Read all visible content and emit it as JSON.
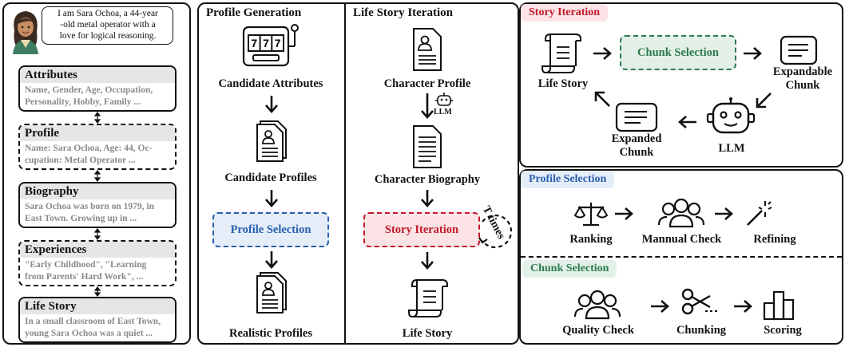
{
  "persona": {
    "speech": "I am Sara Ochoa, a 44-year\n-old metal operator with a\nlove for logical reasoning."
  },
  "cards": [
    {
      "title": "Attributes",
      "body": "Name, Gender, Age, Occupation,\nPersonality, Hobby, Family ..."
    },
    {
      "title": "Profile",
      "body": "Name: Sara Ochoa, Age: 44, Oc-\ncupation: Metal Operator ..."
    },
    {
      "title": "Biography",
      "body": "Sara Ochoa was born on 1979, in\nEast Town. Growing up in ..."
    },
    {
      "title": "Experiences",
      "body": "\"Early Childhood\", \"Learning\nfrom Parents' Hard Work\", ..."
    },
    {
      "title": "Life Story",
      "body": "In a small classroom of East Town,\nyoung Sara Ochoa was a quiet ..."
    }
  ],
  "profile_generation": {
    "title": "Profile Generation",
    "step1": "Candidate Attributes",
    "step2": "Candidate Profiles",
    "step3": "Profile Selection",
    "step4": "Realistic Profiles"
  },
  "life_story_iteration": {
    "title": "Life Story Iteration",
    "step1": "Character Profile",
    "llm": "LLM",
    "step2": "Character Biography",
    "step3": "Story Iteration",
    "times": "T times",
    "step4": "Life Story"
  },
  "story_iteration": {
    "tag": "Story Iteration",
    "life_story": "Life Story",
    "chunk_selection": "Chunk Selection",
    "expandable_chunk": "Expandable\nChunk",
    "llm": "LLM",
    "expanded_chunk": "Expanded\nChunk"
  },
  "profile_selection": {
    "tag": "Profile Selection",
    "ranking": "Ranking",
    "manual_check": "Mannual Check",
    "refining": "Refining"
  },
  "chunk_selection": {
    "tag": "Chunk Selection",
    "quality_check": "Quality Check",
    "chunking": "Chunking",
    "scoring": "Scoring"
  },
  "colors": {
    "red": "#c0182a",
    "red_fill": "#fbe3e6",
    "blue": "#2a5fb0",
    "blue_fill": "#e4edf8",
    "green": "#2e7a50",
    "green_fill": "#e2f0e7"
  }
}
